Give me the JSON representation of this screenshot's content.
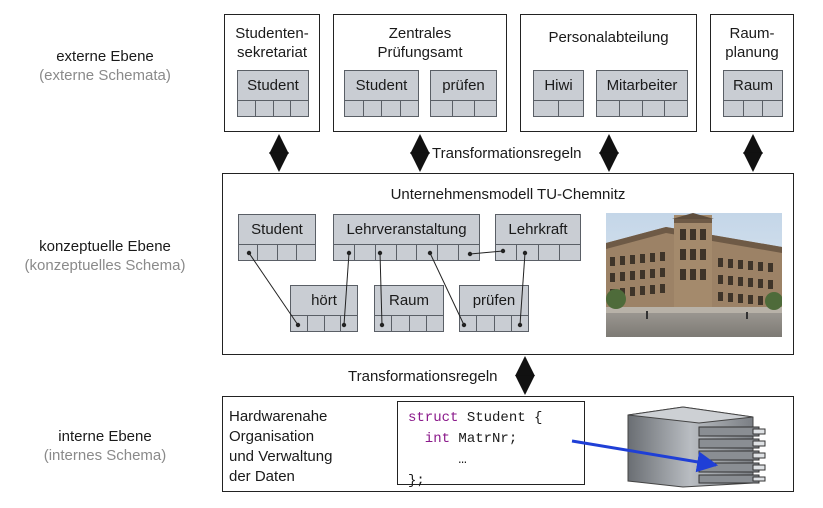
{
  "levels": {
    "external": {
      "name": "externe Ebene",
      "schema": "(externe Schemata)"
    },
    "conceptual": {
      "name": "konzeptuelle Ebene",
      "schema": "(konzeptuelles Schema)"
    },
    "internal": {
      "name": "interne Ebene",
      "schema": "(internes Schema)"
    }
  },
  "external_views": [
    {
      "title_line1": "Studenten-",
      "title_line2": "sekretariat",
      "entities": [
        "Student"
      ]
    },
    {
      "title_line1": "Zentrales",
      "title_line2": "Prüfungsamt",
      "entities": [
        "Student",
        "prüfen"
      ]
    },
    {
      "title_line1": "Personalabteilung",
      "title_line2": "",
      "entities": [
        "Hiwi",
        "Mitarbeiter"
      ]
    },
    {
      "title_line1": "Raum-",
      "title_line2": "planung",
      "entities": [
        "Raum"
      ]
    }
  ],
  "transform_label_top": "Transformationsregeln",
  "transform_label_bottom": "Transformationsregeln",
  "conceptual": {
    "title": "Unternehmensmodell TU-Chemnitz",
    "entities": {
      "student": "Student",
      "lehrveranstaltung": "Lehrveranstaltung",
      "lehrkraft": "Lehrkraft",
      "hoert": "hört",
      "raum": "Raum",
      "pruefen": "prüfen"
    }
  },
  "internal": {
    "text": [
      "Hardwarenahe",
      "Organisation",
      "und Verwaltung",
      "der Daten"
    ],
    "code": {
      "line1_kw": "struct",
      "line1_rest": " Student {",
      "line2_kw": "  int",
      "line2_rest": " MatrNr;",
      "line3": "      …",
      "line4": "};"
    }
  },
  "colors": {
    "entity_fill": "#c9cdd3",
    "keyword": "#8b1a8b",
    "pointer_arrow": "#1f3fd6"
  }
}
